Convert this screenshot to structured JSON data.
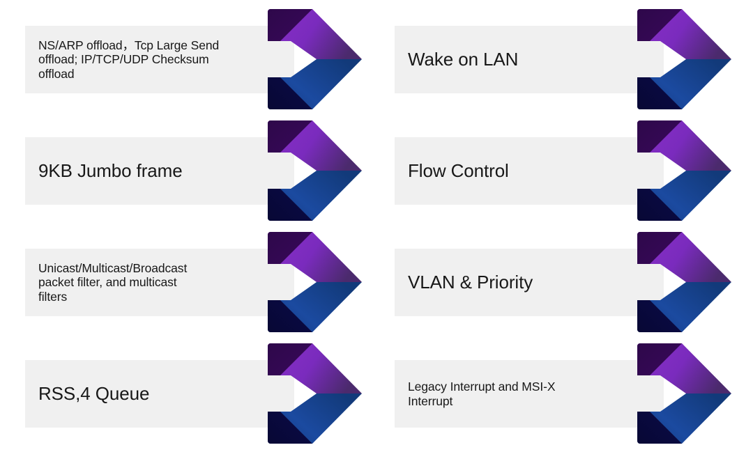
{
  "diagram": {
    "type": "chevron-process-list",
    "title": "",
    "background_color": "#ffffff",
    "bar_color": "#f0f0f0",
    "text_color": "#181818",
    "arrow_colors": {
      "purple_dark": "#3b0a5e",
      "purple_mid": "#8b2fc9",
      "purple_deep": "#4b2a6d",
      "blue_dark": "#0c0c4c",
      "blue_mid": "#1b4aa0",
      "blue_deep": "#123a7a"
    },
    "columns": 2,
    "rows": 4,
    "items": [
      {
        "id": "item-1",
        "column": "left",
        "row": 1,
        "text": "NS/ARP offload，Tcp Large Send\noffload; IP/TCP/UDP Checksum\noffload",
        "text_size": "small",
        "icon": "chevron-arrow-right-icon"
      },
      {
        "id": "item-2",
        "column": "right",
        "row": 1,
        "text": "Wake on LAN",
        "text_size": "large",
        "icon": "chevron-arrow-right-icon"
      },
      {
        "id": "item-3",
        "column": "left",
        "row": 2,
        "text": "9KB Jumbo frame",
        "text_size": "large",
        "icon": "chevron-arrow-right-icon"
      },
      {
        "id": "item-4",
        "column": "right",
        "row": 2,
        "text": "Flow Control",
        "text_size": "large",
        "icon": "chevron-arrow-right-icon"
      },
      {
        "id": "item-5",
        "column": "left",
        "row": 3,
        "text": "Unicast/Multicast/Broadcast\npacket filter, and multicast\nfilters",
        "text_size": "small",
        "icon": "chevron-arrow-right-icon"
      },
      {
        "id": "item-6",
        "column": "right",
        "row": 3,
        "text": "VLAN & Priority",
        "text_size": "large",
        "icon": "chevron-arrow-right-icon"
      },
      {
        "id": "item-7",
        "column": "left",
        "row": 4,
        "text": "RSS,4 Queue",
        "text_size": "large",
        "icon": "chevron-arrow-right-icon"
      },
      {
        "id": "item-8",
        "column": "right",
        "row": 4,
        "text": "Legacy Interrupt and MSI-X\nInterrupt",
        "text_size": "small",
        "icon": "chevron-arrow-right-icon"
      }
    ]
  }
}
